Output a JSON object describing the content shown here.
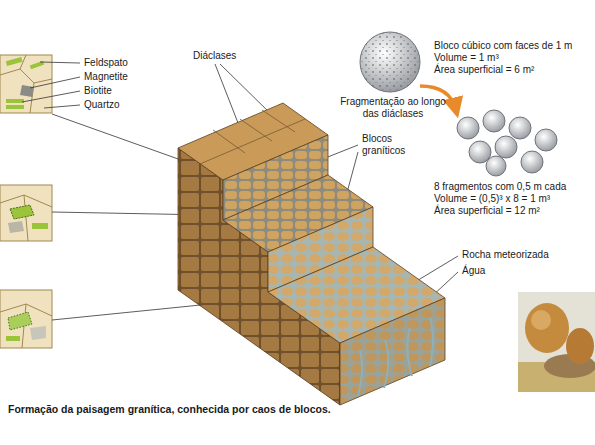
{
  "diagram": {
    "caption": "Formação da paisagem granítica, conhecida por caos de blocos.",
    "labels": [
      "Diáclases",
      "Feldspato",
      "Magnetite",
      "Biotite",
      "Quartzo",
      "Blocos graníticos",
      "Bloco cúbico com faces de 1 m",
      "Volume = 1 m³",
      "Área superficial = 6 m²",
      "Fragmentação ao longo das diáclases",
      "8 fragmentos com 0,5 m cada",
      "Volume = (0,5)³ x 8 = 1 m³",
      "Área superficial = 12 m²",
      "Rocha meteorizada",
      "Água"
    ]
  }
}
